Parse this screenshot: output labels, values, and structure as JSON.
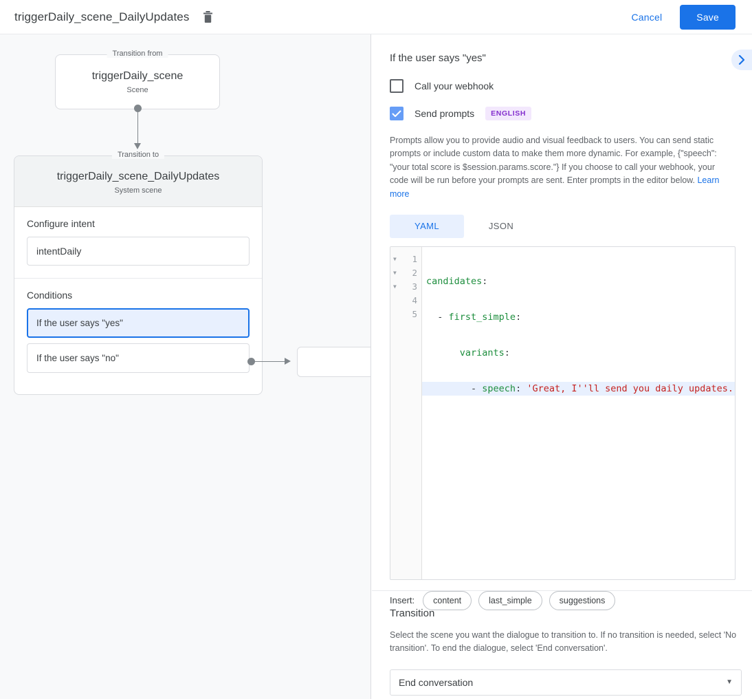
{
  "topbar": {
    "title": "triggerDaily_scene_DailyUpdates",
    "delete_icon": "trash-icon",
    "cancel_label": "Cancel",
    "save_label": "Save"
  },
  "canvas": {
    "from": {
      "legend": "Transition from",
      "title": "triggerDaily_scene",
      "subtitle": "Scene"
    },
    "to": {
      "legend": "Transition to",
      "title": "triggerDaily_scene_DailyUpdates",
      "subtitle": "System scene"
    },
    "intent": {
      "label": "Configure intent",
      "value": "intentDaily"
    },
    "conditions": {
      "label": "Conditions",
      "items": [
        {
          "text": "If the user says \"yes\"",
          "selected": true
        },
        {
          "text": "If the user says \"no\"",
          "selected": false
        }
      ]
    }
  },
  "panel": {
    "title": "If the user says \"yes\"",
    "expand_icon": "chevron-right-icon",
    "webhook": {
      "label": "Call your webhook",
      "checked": false
    },
    "prompts": {
      "label": "Send prompts",
      "checked": true,
      "badge": "ENGLISH"
    },
    "description": "Prompts allow you to provide audio and visual feedback to users. You can send static prompts or include custom data to make them more dynamic. For example, {\"speech\": \"your total score is $session.params.score.\"} If you choose to call your webhook, your code will be run before your prompts are sent. Enter prompts in the editor below. ",
    "learn_more": "Learn more",
    "tabs": [
      {
        "label": "YAML",
        "active": true
      },
      {
        "label": "JSON",
        "active": false
      }
    ],
    "editor": {
      "lines": [
        {
          "num": "1",
          "fold": true,
          "highlight": false
        },
        {
          "num": "2",
          "fold": true,
          "highlight": false
        },
        {
          "num": "3",
          "fold": true,
          "highlight": false
        },
        {
          "num": "4",
          "fold": false,
          "highlight": true
        },
        {
          "num": "5",
          "fold": false,
          "highlight": false
        }
      ],
      "code": {
        "l1_key": "candidates",
        "l1_colon": ":",
        "l2_dash": "  - ",
        "l2_key": "first_simple",
        "l2_colon": ":",
        "l3_key": "      variants",
        "l3_colon": ":",
        "l4_dash": "        - ",
        "l4_key": "speech",
        "l4_colon": ": ",
        "l4_str": "'Great, I''ll send you daily updates."
      }
    },
    "insert": {
      "label": "Insert:",
      "chips": [
        "content",
        "last_simple",
        "suggestions"
      ]
    },
    "transition": {
      "title": "Transition",
      "description": "Select the scene you want the dialogue to transition to. If no transition is needed, select 'No transition'. To end the dialogue, select 'End conversation'.",
      "selected": "End conversation"
    }
  },
  "colors": {
    "accent": "#1a73e8",
    "accent_bg": "#e8f0fe",
    "badge_text": "#8430ce",
    "badge_bg": "#f3e8fd",
    "yaml_key": "#1e8e3e",
    "yaml_string": "#c5221f",
    "canvas_bg": "#f8f9fa"
  }
}
